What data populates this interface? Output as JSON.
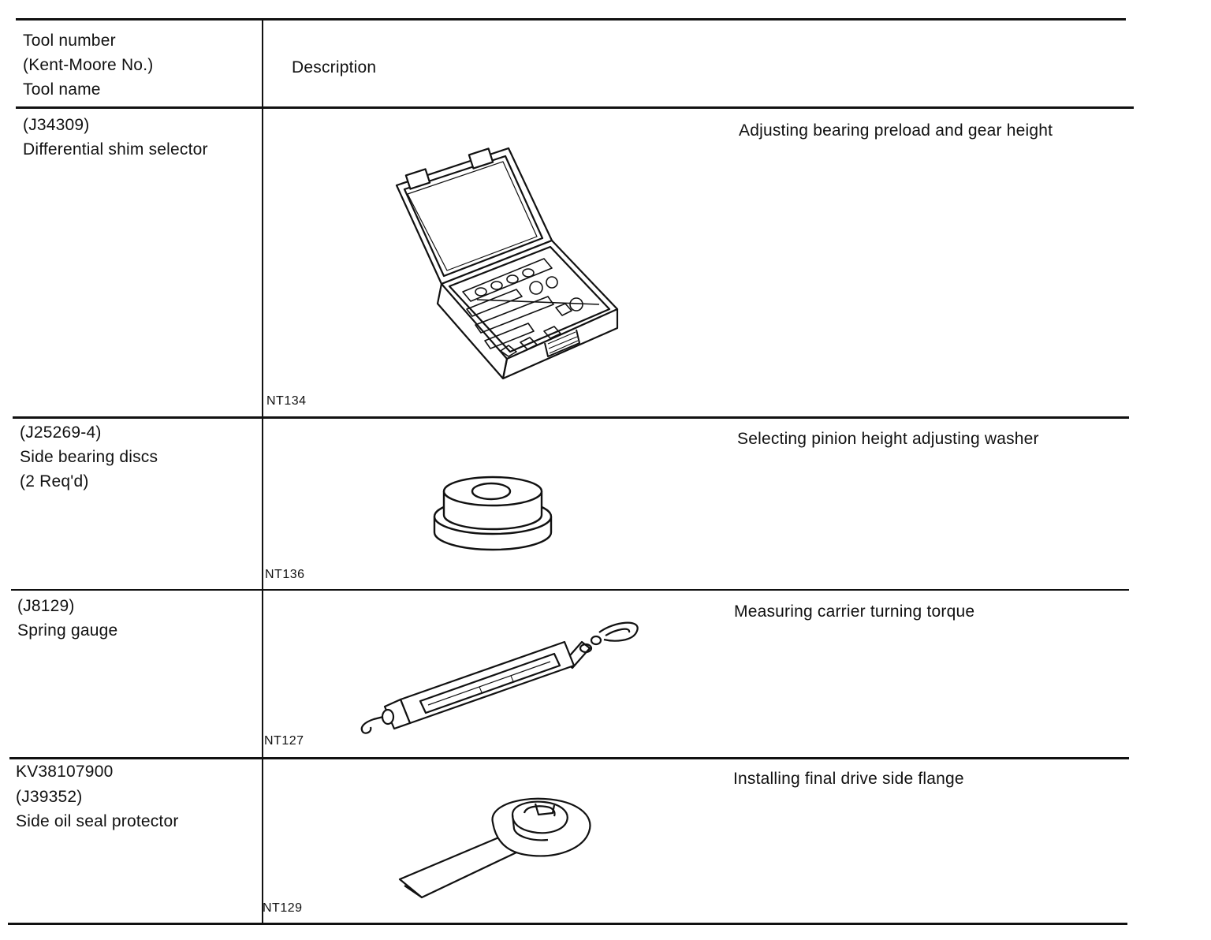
{
  "header": {
    "tool_col": [
      "Tool number",
      "(Kent-Moore No.)",
      "Tool name"
    ],
    "description": "Description"
  },
  "rows": [
    {
      "tool": [
        "(J34309)",
        "Differential shim selector"
      ],
      "code": "NT134",
      "description": "Adjusting bearing preload and gear height",
      "illustration": "shim-selector-case-icon"
    },
    {
      "tool": [
        "(J25269-4)",
        "Side bearing discs",
        "(2 Req'd)"
      ],
      "code": "NT136",
      "description": "Selecting pinion height adjusting washer",
      "illustration": "bearing-disc-icon"
    },
    {
      "tool": [
        "(J8129)",
        "Spring gauge"
      ],
      "code": "NT127",
      "description": "Measuring carrier turning torque",
      "illustration": "spring-gauge-icon"
    },
    {
      "tool": [
        "KV38107900",
        "(J39352)",
        "Side oil seal protector"
      ],
      "code": "NT129",
      "description": "Installing final drive side flange",
      "illustration": "oil-seal-protector-icon"
    }
  ]
}
